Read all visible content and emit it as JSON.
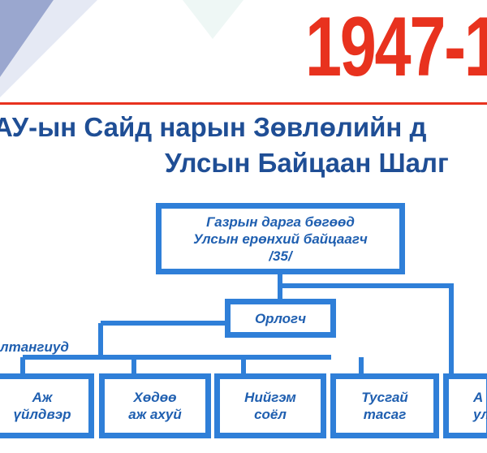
{
  "header": {
    "year": "1947-1"
  },
  "title": {
    "line1": "АУ-ын Сайд нарын Зөвлөлийн д",
    "line2": "Улсын Байцаан Шалг"
  },
  "org": {
    "top": {
      "line1": "Газрын дарга бөгөөд",
      "line2": "Улсын ерөнхий байцаагч",
      "line3": "/35/"
    },
    "deputy": {
      "label": "Орлогч"
    },
    "group_label": "лтангиуд",
    "units": [
      {
        "line1": "Аж",
        "line2": "үйлдвэр"
      },
      {
        "line1": "Хөдөө",
        "line2": "аж ахуй"
      },
      {
        "line1": "Нийгэм",
        "line2": "соёл"
      },
      {
        "line1": "Тусгай",
        "line2": "тасаг"
      },
      {
        "line1": "А",
        "line2": "ул"
      }
    ]
  },
  "colors": {
    "accent": "#e8321e",
    "title": "#1f4e95",
    "box_border": "#2f7fd8",
    "box_text": "#1f5fb0"
  }
}
